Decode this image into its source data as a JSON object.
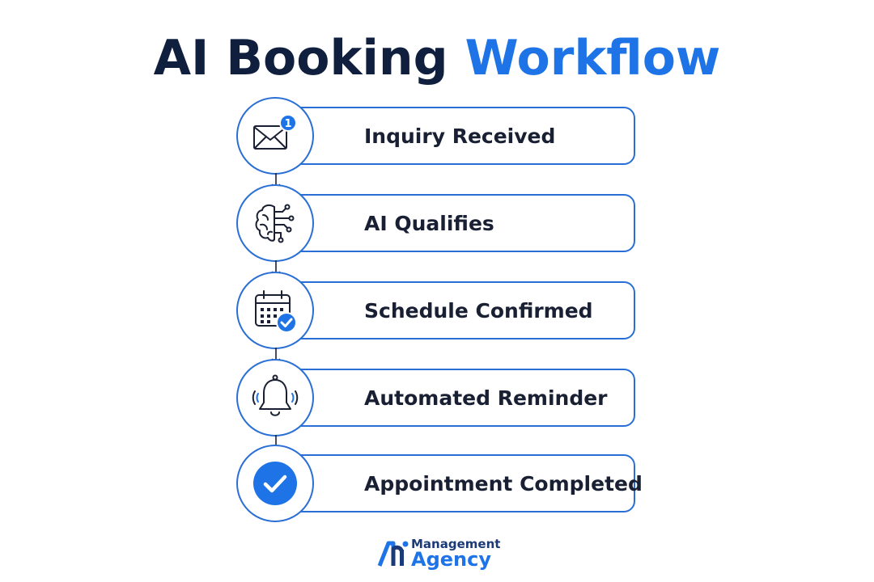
{
  "title": {
    "main": "AI Booking",
    "accent": "Workflow"
  },
  "colors": {
    "navy": "#0f1f3d",
    "accent_blue": "#1e74e6",
    "border_blue": "#2a6fd6"
  },
  "steps": [
    {
      "label": "Inquiry Received",
      "icon": "envelope-notification-icon",
      "badge": "1"
    },
    {
      "label": "AI Qualifies",
      "icon": "brain-circuit-icon"
    },
    {
      "label": "Schedule Confirmed",
      "icon": "calendar-check-icon"
    },
    {
      "label": "Automated Reminder",
      "icon": "bell-ringing-icon"
    },
    {
      "label": "Appointment Completed",
      "icon": "checkmark-circle-icon"
    }
  ],
  "logo": {
    "line1": "Management",
    "line2": "Agency"
  }
}
